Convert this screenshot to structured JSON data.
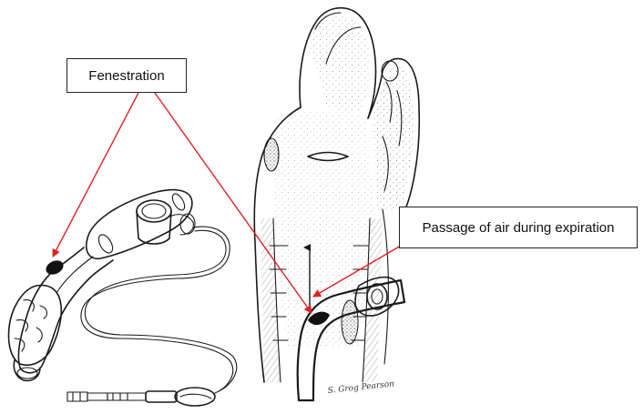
{
  "labels": {
    "fenestration": "Fenestration",
    "passage": "Passage of air during expiration"
  },
  "signature": "S. Grog Pearson",
  "colors": {
    "arrow": "#e02020",
    "ink": "#1a1a1a",
    "background": "#ffffff"
  }
}
